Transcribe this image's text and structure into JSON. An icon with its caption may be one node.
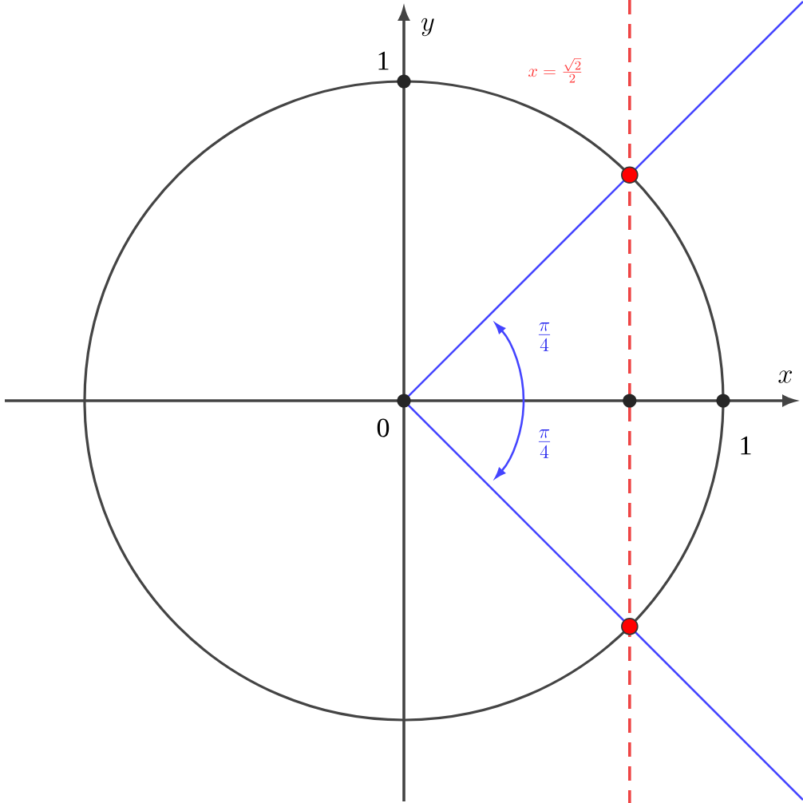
{
  "diagram": {
    "labels": [
      "1",
      "y",
      "x = \\frac{\\sqrt{2}}{2}",
      "x",
      "\\frac{\\pi}{4}",
      "0",
      "\\frac{\\pi}{4}",
      "1"
    ]
  }
}
